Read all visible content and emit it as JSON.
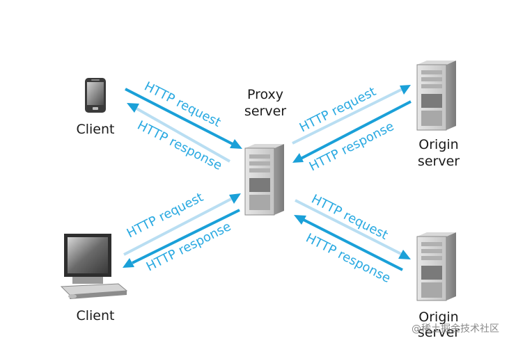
{
  "labels": {
    "client_top": "Client",
    "client_bottom": "Client",
    "proxy_line1": "Proxy",
    "proxy_line2": "server",
    "origin_top_line1": "Origin",
    "origin_top_line2": "server",
    "origin_bottom_line1": "Origin",
    "origin_bottom_line2": "server"
  },
  "arrow_labels": {
    "top_left_request": "HTTP request",
    "top_left_response": "HTTP response",
    "bottom_left_request": "HTTP request",
    "bottom_left_response": "HTTP response",
    "top_right_request": "HTTP request",
    "top_right_response": "HTTP response",
    "bottom_right_request": "HTTP request",
    "bottom_right_response": "HTTP response"
  },
  "watermark": "@稀土掘金技术社区",
  "colors": {
    "arrow_strong": "#1aa0d8",
    "arrow_light": "#b9def2",
    "text_blue": "#29a9e1"
  },
  "icons": {
    "client_top": "smartphone-icon",
    "client_bottom": "desktop-computer-icon",
    "proxy": "server-tower-icon",
    "origin_top": "server-tower-icon",
    "origin_bottom": "server-tower-icon"
  }
}
